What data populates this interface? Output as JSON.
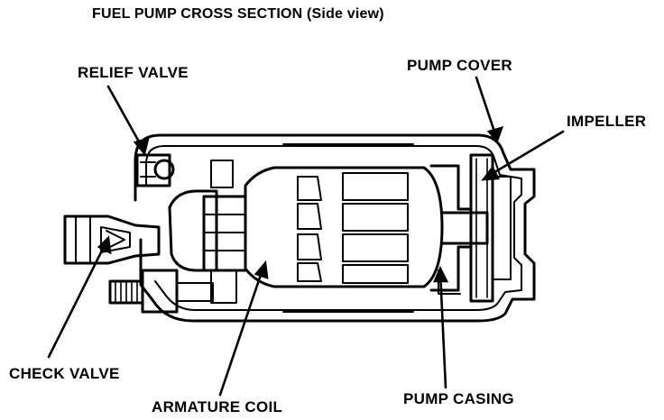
{
  "title": "FUEL PUMP CROSS SECTION (Side view)",
  "labels": {
    "relief_valve": "RELIEF VALVE",
    "pump_cover": "PUMP COVER",
    "impeller": "IMPELLER",
    "check_valve": "CHECK VALVE",
    "armature_coil": "ARMATURE COIL",
    "pump_casing": "PUMP CASING"
  },
  "colors": {
    "ink": "#000000",
    "paper": "#ffffff"
  }
}
